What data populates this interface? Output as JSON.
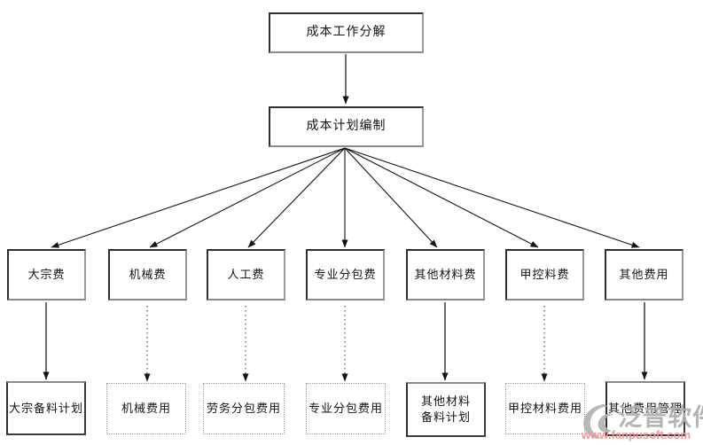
{
  "diagram": {
    "root": {
      "label": "成本工作分解"
    },
    "plan": {
      "label": "成本计划编制"
    },
    "middle": [
      {
        "label": "大宗费"
      },
      {
        "label": "机械费"
      },
      {
        "label": "人工费"
      },
      {
        "label": "专业分包费"
      },
      {
        "label": "其他材料费"
      },
      {
        "label": "甲控料费"
      },
      {
        "label": "其他费用"
      }
    ],
    "bottom": [
      {
        "label": "大宗备料计划",
        "border": "solid"
      },
      {
        "label": "机械费用",
        "border": "dotted"
      },
      {
        "label": "劳务分包费用",
        "border": "dotted"
      },
      {
        "label": "专业分包费用",
        "border": "dotted"
      },
      {
        "label": "其他材料备料计划",
        "label_lines": [
          "其他材料",
          "备料计划"
        ],
        "border": "solid"
      },
      {
        "label": "甲控材料费用",
        "border": "dotted"
      },
      {
        "label": "其他费用管理",
        "border": "solid"
      }
    ],
    "edges": [
      {
        "from": "成本工作分解",
        "to": "成本计划编制",
        "style": "solid"
      },
      {
        "from": "成本计划编制",
        "to": "大宗费",
        "style": "solid"
      },
      {
        "from": "成本计划编制",
        "to": "机械费",
        "style": "solid"
      },
      {
        "from": "成本计划编制",
        "to": "人工费",
        "style": "solid"
      },
      {
        "from": "成本计划编制",
        "to": "专业分包费",
        "style": "solid"
      },
      {
        "from": "成本计划编制",
        "to": "其他材料费",
        "style": "solid"
      },
      {
        "from": "成本计划编制",
        "to": "甲控料费",
        "style": "solid"
      },
      {
        "from": "成本计划编制",
        "to": "其他费用",
        "style": "solid"
      },
      {
        "from": "大宗费",
        "to": "大宗备料计划",
        "style": "solid"
      },
      {
        "from": "机械费",
        "to": "机械费用",
        "style": "dotted"
      },
      {
        "from": "人工费",
        "to": "劳务分包费用",
        "style": "dotted"
      },
      {
        "from": "专业分包费",
        "to": "专业分包费用",
        "style": "dotted"
      },
      {
        "from": "其他材料费",
        "to": "其他材料备料计划",
        "style": "solid"
      },
      {
        "from": "甲控料费",
        "to": "甲控材料费用",
        "style": "dotted"
      },
      {
        "from": "其他费用",
        "to": "其他费用管理",
        "style": "solid"
      }
    ]
  },
  "watermark": {
    "brand": "泛普软件",
    "url": "www.fanpusoft.com",
    "brand_color": "#aeaeae",
    "url_color": "#f2918f"
  },
  "colors": {
    "line": "#1a1a1a",
    "box_border_solid": "#3c3c3c",
    "box_border_dotted": "#9f9f9f",
    "background": "#ffffff"
  }
}
